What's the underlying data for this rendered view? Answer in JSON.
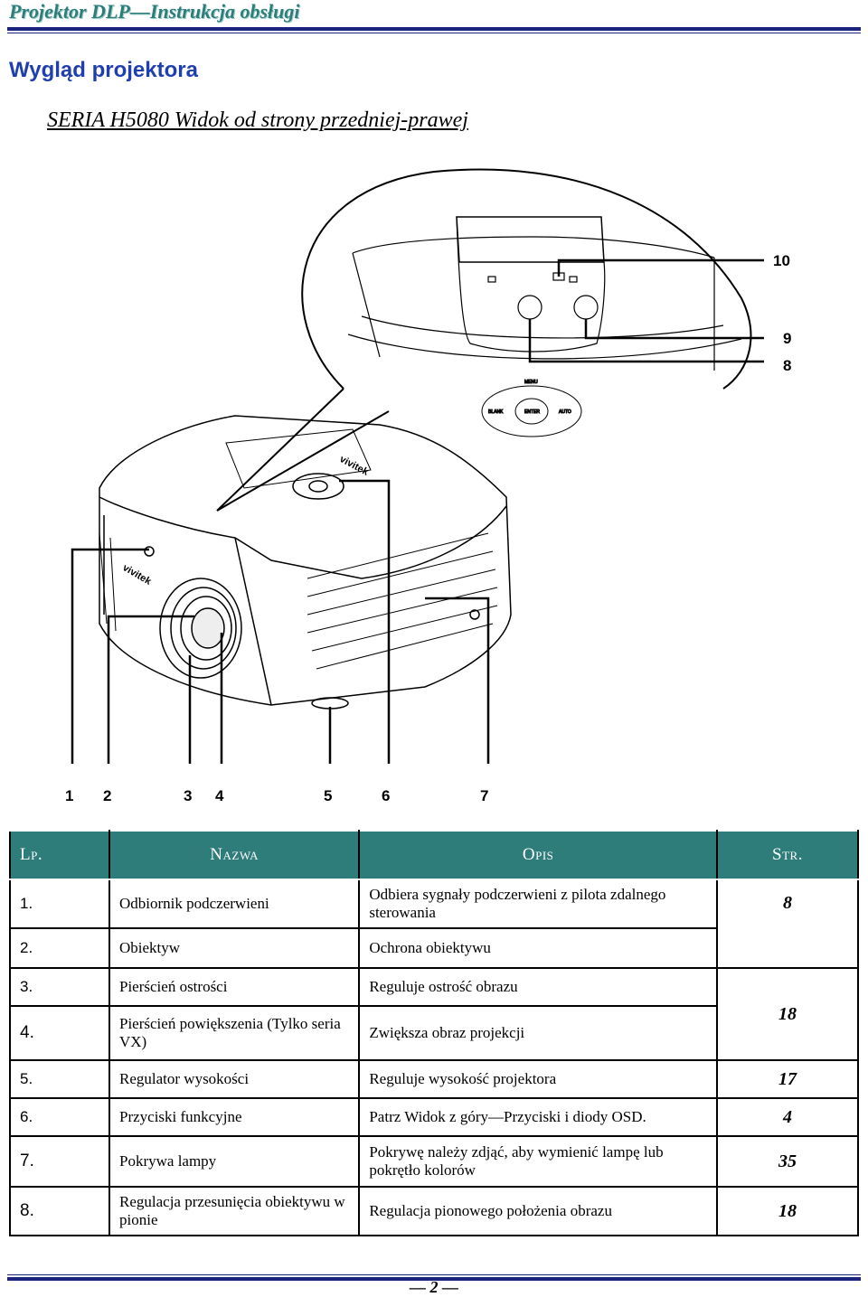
{
  "header": {
    "title": "Projektor DLP—Instrukcja obsługi"
  },
  "section_title": "Wygląd projektora",
  "subtitle": "SERIA H5080 Widok od strony przedniej-prawej",
  "figure": {
    "callouts_bottom": [
      "1",
      "2",
      "3",
      "4",
      "5",
      "6",
      "7"
    ],
    "callouts_right": [
      "10",
      "9",
      "8"
    ],
    "brand_mark": "vivitek",
    "keypad_labels": {
      "top": "MENU",
      "left": "BLANK",
      "right": "AUTO",
      "center": "ENTER"
    }
  },
  "table": {
    "headers": {
      "lp": "Lp.",
      "name": "Nazwa",
      "desc": "Opis",
      "page": "Str."
    },
    "rows": [
      {
        "n": "1.",
        "name": "Odbiornik podczerwieni",
        "desc": "Odbiera sygnały podczerwieni z pilota zdalnego sterowania",
        "page": "8"
      },
      {
        "n": "2.",
        "name": "Obiektyw",
        "desc": "Ochrona obiektywu",
        "page": ""
      },
      {
        "n": "3.",
        "name": "Pierścień ostrości",
        "desc": "Reguluje ostrość obrazu",
        "page": "18"
      },
      {
        "n": "4.",
        "name": "Pierścień powiększenia (Tylko seria VX)",
        "desc": "Zwiększa obraz projekcji",
        "page": ""
      },
      {
        "n": "5.",
        "name": "Regulator wysokości",
        "desc": "Reguluje wysokość projektora",
        "page": "17"
      },
      {
        "n": "6.",
        "name": "Przyciski funkcyjne",
        "desc": "Patrz Widok z góry—Przyciski i diody OSD.",
        "page": "4"
      },
      {
        "n": "7.",
        "name": "Pokrywa lampy",
        "desc": "Pokrywę należy zdjąć, aby wymienić lampę lub pokrętło kolorów",
        "page": "35"
      },
      {
        "n": "8.",
        "name": "Regulacja przesunięcia obiektywu w pionie",
        "desc": "Regulacja pionowego położenia obrazu",
        "page": "18"
      }
    ]
  },
  "footer": {
    "page": "— 2 —"
  }
}
